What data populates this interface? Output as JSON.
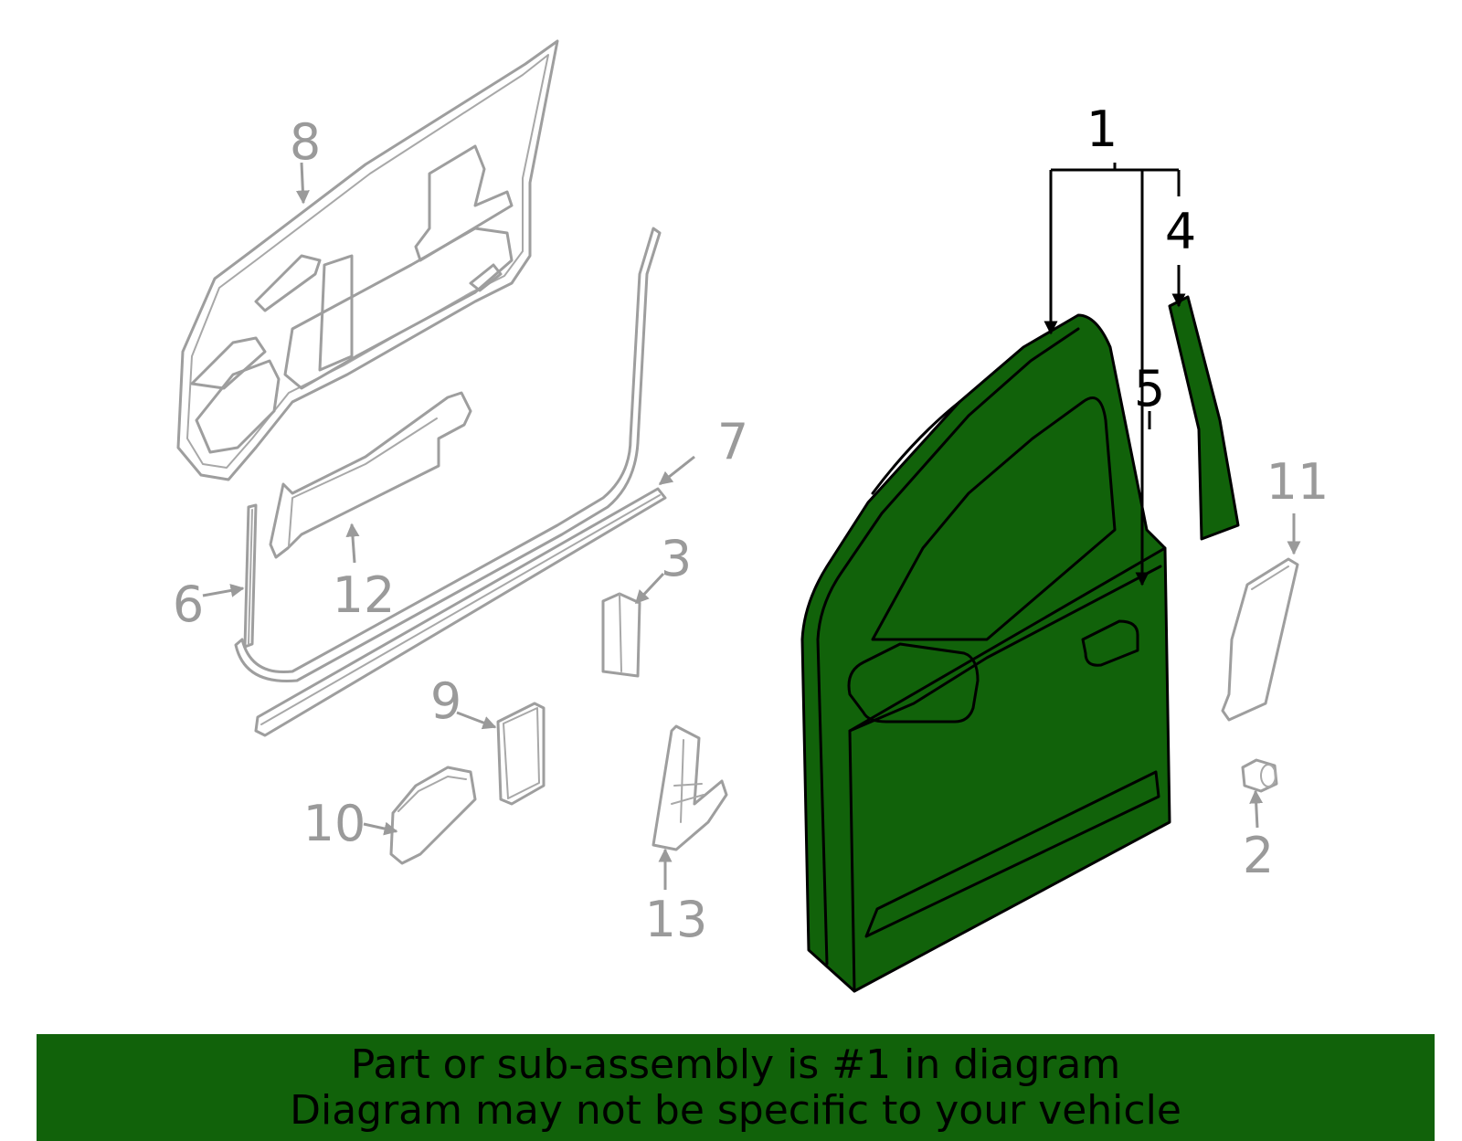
{
  "callouts": {
    "c1": "1",
    "c2": "2",
    "c3": "3",
    "c4": "4",
    "c5": "5",
    "c6": "6",
    "c7": "7",
    "c8": "8",
    "c9": "9",
    "c10": "10",
    "c11": "11",
    "c12": "12",
    "c13": "13"
  },
  "highlight_part": "1",
  "colors": {
    "highlight": "#11620a",
    "inactive_part": "#9e9e9e",
    "callout_inactive": "#9a9a9a",
    "callout_active": "#000000",
    "banner_background": "#11620a"
  },
  "banner": {
    "line1": "Part or sub-assembly is #1 in diagram",
    "line2": "Diagram may not be specific to your vehicle"
  }
}
